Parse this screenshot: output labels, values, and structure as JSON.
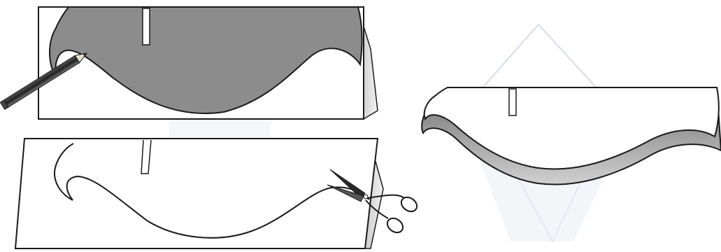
{
  "steps": [
    {
      "id": "trace",
      "tool": "pencil-icon",
      "paper_color": "#ffffff",
      "fill_color": "#8c8c8c"
    },
    {
      "id": "cut",
      "tool": "scissors-icon",
      "paper_color": "#ffffff"
    },
    {
      "id": "result",
      "tool": "",
      "paper_color": "#ffffff",
      "shade_color": "#9a9a9a"
    }
  ],
  "background_ghost_color": "#d9dbe6",
  "outline_color": "#1a1a1a"
}
